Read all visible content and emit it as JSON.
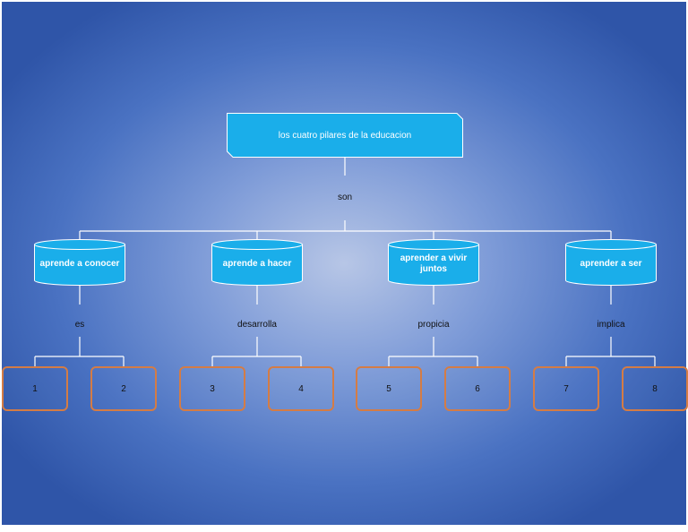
{
  "root": {
    "label": "los cuatro pilares de la educacion"
  },
  "root_link": "son",
  "pillars": [
    {
      "label": "aprende a conocer",
      "link": "es",
      "children": [
        "1",
        "2"
      ]
    },
    {
      "label": "aprende a hacer",
      "link": "desarrolla",
      "children": [
        "3",
        "4"
      ]
    },
    {
      "label": "aprender a vivir juntos",
      "link": "propicia",
      "children": [
        "5",
        "6"
      ]
    },
    {
      "label": "aprender a ser",
      "link": "implica",
      "children": [
        "7",
        "8"
      ]
    }
  ],
  "colors": {
    "node_fill": "#1aaeea",
    "node_stroke": "#ffffff",
    "leaf_border": "#d47c45",
    "background_center": "#b7c6e6",
    "background_edge": "#2f55a8"
  }
}
